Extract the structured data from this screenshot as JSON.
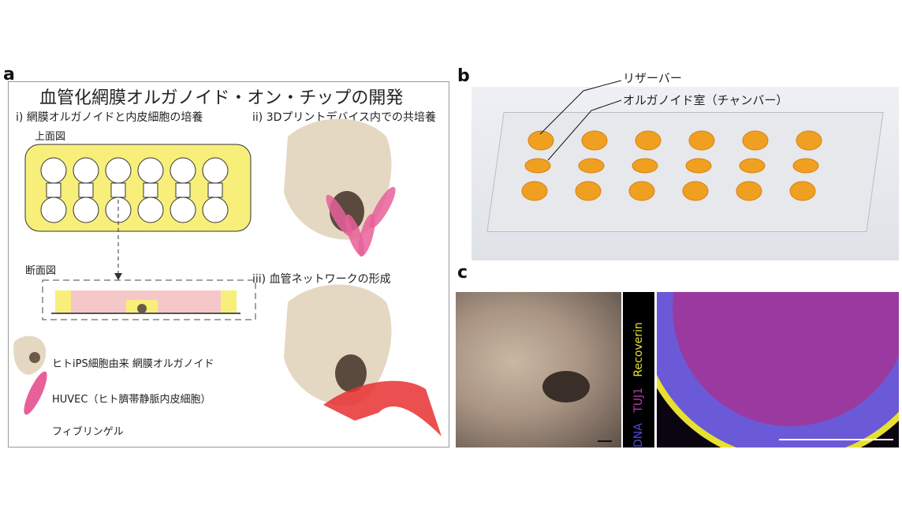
{
  "panel_a": {
    "label": "a",
    "title": "血管化網膜オルガノイド・オン・チップの開発",
    "step1": "i) 網膜オルガノイドと内皮細胞の培養",
    "step2": "ii) 3Dプリントデバイス内での共培養",
    "step3": "iii) 血管ネットワークの形成",
    "top_view": "上面図",
    "cross_section": "断面図",
    "legend": [
      "ヒトiPS細胞由来 網膜オルガノイド",
      "HUVEC（ヒト臍帯静脈内皮細胞）",
      "フィブリンゲル"
    ]
  },
  "panel_b": {
    "label": "b",
    "reservoir": "リザーバー",
    "chamber": "オルガノイド室（チャンバー）"
  },
  "panel_c": {
    "label": "c",
    "stains": [
      "DNA",
      "TUJ1",
      "Recoverin"
    ]
  },
  "colors": {
    "chip": "#f7ef7a",
    "pink": "#e8609a",
    "organoid": "#e5d8c2",
    "dna": "#4a4adf",
    "tuj1": "#b040b0",
    "recoverin": "#e8e030"
  }
}
